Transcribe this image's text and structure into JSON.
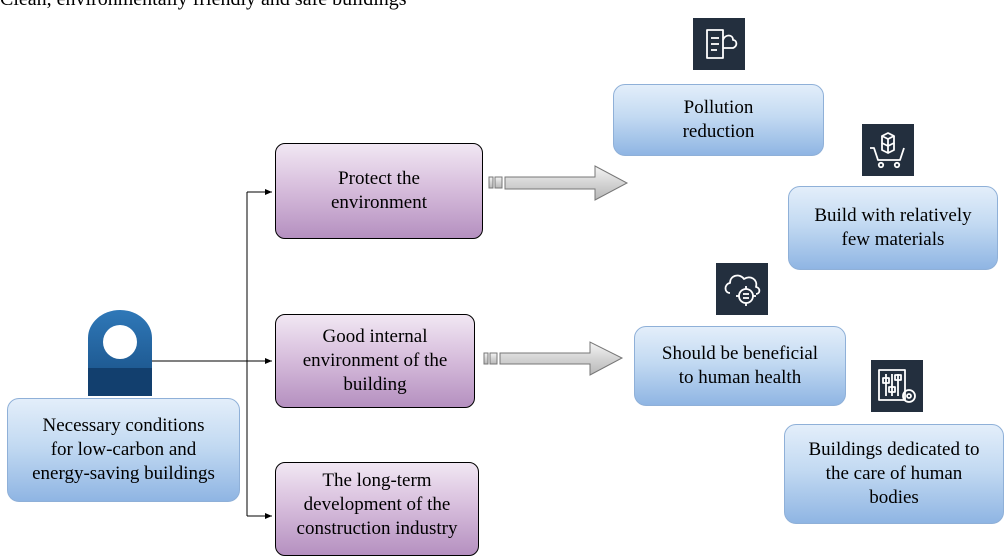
{
  "top_text": "Clean, environmentally friendly and safe buildings",
  "root": {
    "label": "Necessary conditions for low-carbon and energy-saving buildings",
    "lines": [
      "Necessary conditions",
      "for low-carbon and",
      "energy-saving buildings"
    ]
  },
  "branches": [
    {
      "lines": [
        "Protect the",
        "environment"
      ]
    },
    {
      "lines": [
        "Good internal",
        "environment of the",
        "building"
      ]
    },
    {
      "lines": [
        "The long-term",
        "development of the",
        "construction industry"
      ]
    }
  ],
  "outcomes": [
    {
      "lines": [
        "Pollution",
        "reduction"
      ],
      "icon": "document-cloud-icon"
    },
    {
      "lines": [
        "Build with relatively",
        "few materials"
      ],
      "icon": "cart-cubes-icon"
    },
    {
      "lines": [
        "Should be beneficial",
        "to human health"
      ],
      "icon": "cloud-gear-icon"
    },
    {
      "lines": [
        "Buildings dedicated to",
        "the care of human",
        "bodies"
      ],
      "icon": "sliders-gear-icon"
    }
  ],
  "colors": {
    "blue_box": "#c3daf2",
    "purple_box": "#d8bfdd",
    "icon_bg": "#232f3e",
    "arrow": "#c8c8c8"
  }
}
